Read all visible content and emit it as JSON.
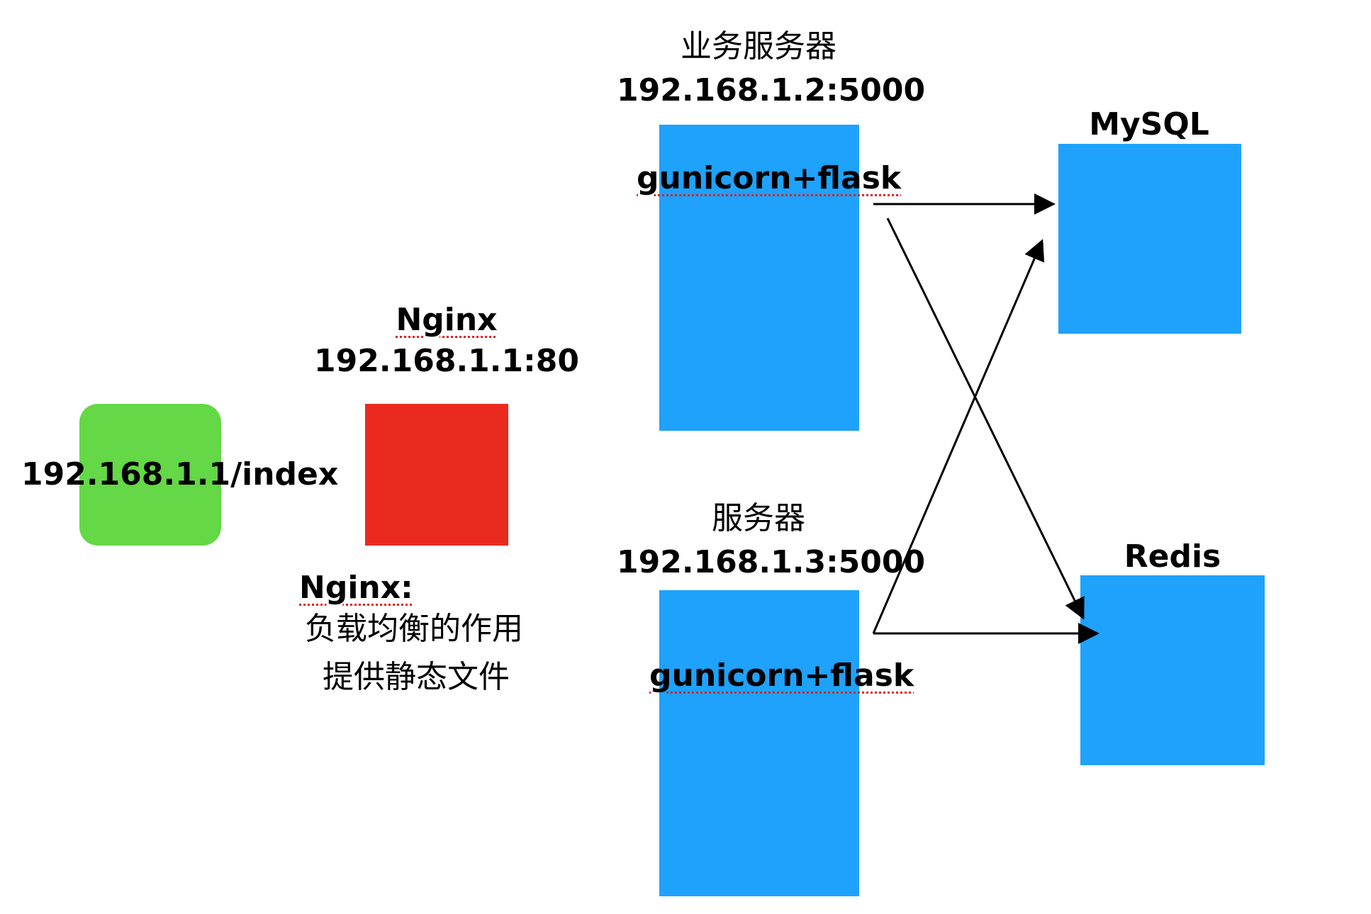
{
  "colors": {
    "client": "#64d846",
    "nginx": "#ea2a1f",
    "server": "#1ea2fc",
    "arrow": "#000000",
    "spell_underline": "#e02020"
  },
  "client": {
    "label": "192.168.1.1/index"
  },
  "nginx": {
    "title": "Nginx",
    "address": "192.168.1.1:80",
    "note_title": "Nginx:",
    "note_line1": "负载均衡的作用",
    "note_line2": "提供静态文件"
  },
  "server1": {
    "title": "业务服务器",
    "address": "192.168.1.2:5000",
    "app": "gunicorn+flask"
  },
  "server2": {
    "title": "服务器",
    "address": "192.168.1.3:5000",
    "app": "gunicorn+flask"
  },
  "mysql": {
    "title": "MySQL"
  },
  "redis": {
    "title": "Redis"
  }
}
